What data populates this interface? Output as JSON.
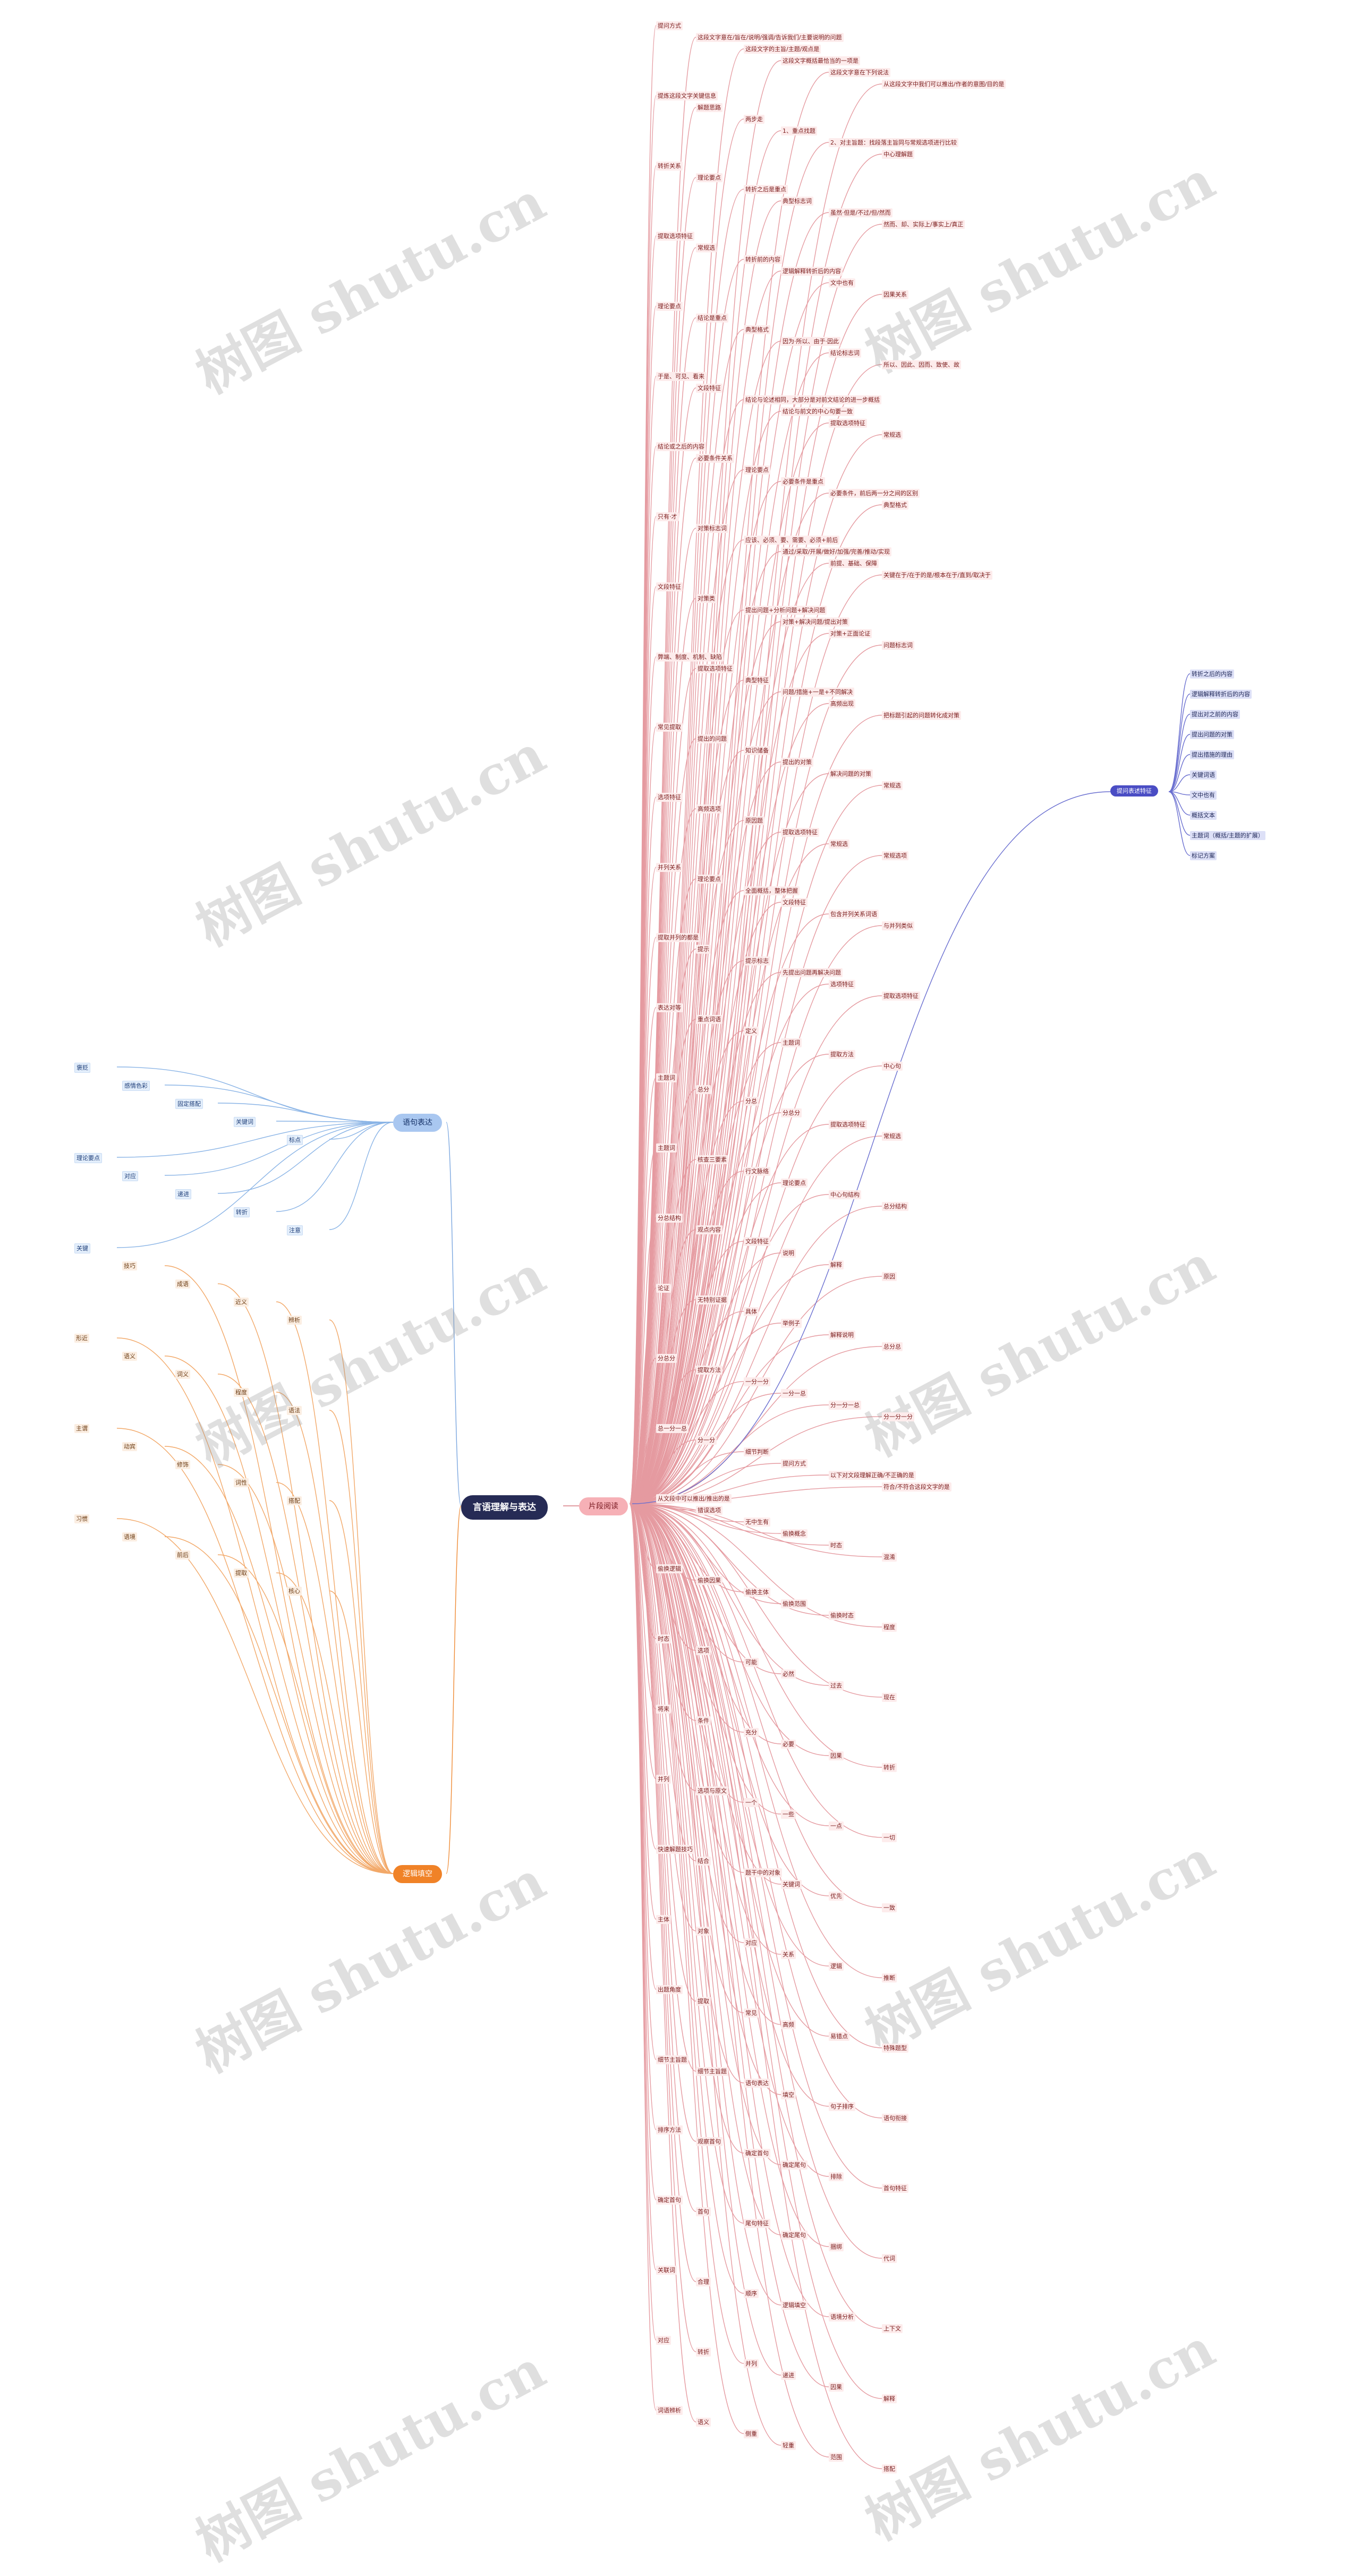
{
  "root": "言语理解与表达",
  "watermark": "树图 shutu.cn",
  "branches": {
    "reading": "片段阅读",
    "sentence": "语句表达",
    "logic": "逻辑填空",
    "tiger": "提问表述特征"
  },
  "nodes": [
    "提问方式",
    "这段文字意在/旨在/说明/强调/告诉我们/主要说明的问题",
    "这段文字的主旨/主题/观点是",
    "这段文字概括最恰当的一项是",
    "这段文字意在下列说法",
    "从这段文字中我们可以推出/作者的意图/目的是",
    "提炼这段文字关键信息",
    "解题思路",
    "两步走",
    "1、重点找题",
    "2、对主旨题：找段落主旨同与常规选项进行比较",
    "中心理解题",
    "转折关系",
    "理论要点",
    "转折之后是重点",
    "典型标志词",
    "虽然·但是/不过/但/然而",
    "然而、却、实际上/事实上/真正",
    "提取选项特征",
    "常规选",
    "转折前的内容",
    "逻辑解释转折后的内容",
    "文中也有",
    "因果关系",
    "理论要点",
    "结论是重点",
    "典型格式",
    "因为·所以、由于·因此",
    "结论标志词",
    "所以、因此、因而、致使、故",
    "于是、可见、看来",
    "文段特征",
    "结论与论述相同，大部分是对前文结论的进一步概括",
    "结论与前文的中心句要一致",
    "提取选项特征",
    "常规选",
    "结论或之后的内容",
    "必要条件关系",
    "理论要点",
    "必要条件是重点",
    "必要条件，前后两一分之间的区别",
    "典型格式",
    "只有·才",
    "对策标志词",
    "应该、必须、要、需要、必须+前后",
    "通过/采取/开展/做好/加强/完善/推动/实现",
    "前提、基础、保障",
    "关键在于/在于的是/根本在于/直到/取决于",
    "文段特征",
    "对策类",
    "提出问题+分析问题+解决问题",
    "对策+解决问题/提出对策",
    "对策+正面论证",
    "问题标志词",
    "弊端、制度、机制、缺陷",
    "提取选项特征",
    "典型特征",
    "问题/措施+一是+不同解决",
    "高频出现",
    "把标题引起的问题转化成对策",
    "常见提取",
    "提出的问题",
    "知识储备",
    "提出的对策",
    "解决问题的对策",
    "常规选",
    "选项特征",
    "高频选项",
    "原因题",
    "提取选项特征",
    "常规选",
    "常规选项",
    "并列关系",
    "理论要点",
    "全面概括，整体把握",
    "文段特征",
    "包含并列关系词语",
    "与并列类似",
    "提取并列的都是",
    "提示",
    "提示标志",
    "先提出问题再解决问题",
    "选项特征",
    "提取选项特征",
    "表达对等",
    "重点词语",
    "定义",
    "主题词",
    "提取方法",
    "中心句",
    "主题词",
    "总分",
    "分总",
    "分总分",
    "提取选项特征",
    "常规选",
    "主题词",
    "核查三要素",
    "行文脉络",
    "理论要点",
    "中心句结构",
    "总分结构",
    "分总结构",
    "观点内容",
    "文段特征",
    "说明",
    "解释",
    "原因",
    "论证",
    "无特别证据",
    "具体",
    "举例子",
    "解释说明",
    "总分总",
    "分总分",
    "提取方法",
    "一分一分",
    "一分一总",
    "分一分一总",
    "分一分一分",
    "总一分一总",
    "分一分",
    "细节判断",
    "提问方式",
    "以下对文段理解正确/不正确的是",
    "符合/不符合这段文字的是",
    "从文段中可以推出/推出的是",
    "错误选项",
    "无中生有",
    "偷换概念",
    "时态",
    "混淆",
    "偷换逻辑",
    "偷换因果",
    "偷换主体",
    "偷换范围",
    "偷换时态",
    "程度",
    "时态",
    "选项",
    "可能",
    "必然",
    "过去",
    "现在",
    "将来",
    "条件",
    "充分",
    "必要",
    "因果",
    "转折",
    "并列",
    "选项与原文",
    "一个",
    "一些",
    "一点",
    "一切",
    "快速解题技巧",
    "结合",
    "题干中的对象",
    "关键词",
    "优先",
    "一致",
    "主体",
    "对象",
    "对应",
    "关系",
    "逻辑",
    "推断",
    "出题角度",
    "提取",
    "常见",
    "高频",
    "易错点",
    "特殊题型",
    "细节主旨题",
    "细节主旨题",
    "语句表达",
    "填空",
    "句子排序",
    "语句衔接",
    "排序方法",
    "观察首句",
    "确定首句",
    "确定尾句",
    "排除",
    "首句特征",
    "确定首句",
    "首句",
    "尾句特征",
    "确定尾句",
    "捆绑",
    "代词",
    "关联词",
    "合理",
    "顺序",
    "逻辑填空",
    "语境分析",
    "上下文",
    "对应",
    "转折",
    "并列",
    "递进",
    "因果",
    "解释",
    "词语辨析",
    "语义",
    "侧重",
    "轻重",
    "范围",
    "搭配",
    "褒贬",
    "感情色彩",
    "固定搭配",
    "关键词",
    "标点",
    "理论要点",
    "对应",
    "递进",
    "转折",
    "注意",
    "关键",
    "技巧",
    "成语",
    "近义",
    "辨析",
    "形近",
    "语义",
    "词义",
    "程度",
    "语法",
    "主谓",
    "动宾",
    "修饰",
    "词性",
    "搭配",
    "习惯",
    "语境",
    "前后",
    "提取",
    "核心"
  ],
  "tiger_items": [
    "转折之后的内容",
    "逻辑解释转折后的内容",
    "提出对之前的内容",
    "提出问题的对策",
    "提出措施的理由",
    "关键词语",
    "文中也有",
    "概括文本",
    "主题词（概括/主题的扩展）",
    "标记方案"
  ]
}
